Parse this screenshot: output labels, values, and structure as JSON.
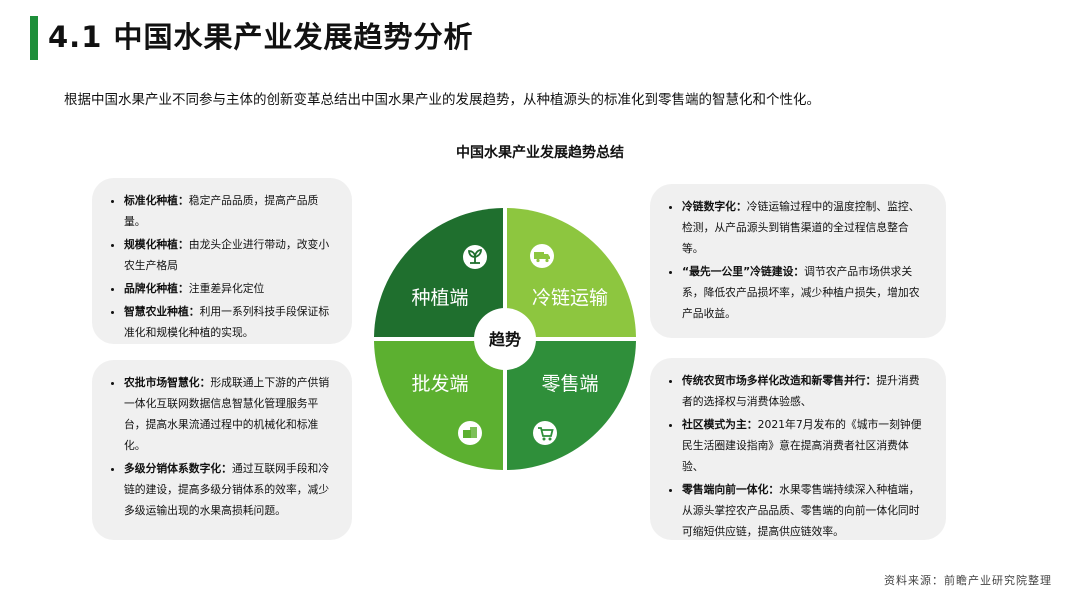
{
  "header": {
    "title": "4.1  中国水果产业发展趋势分析",
    "subtitle": "根据中国水果产业不同参与主体的创新变革总结出中国水果产业的发展趋势，从种植源头的标准化到零售端的智慧化和个性化。"
  },
  "diagram": {
    "title": "中国水果产业发展趋势总结",
    "center_label": "趋势",
    "quadrants": [
      {
        "label": "种植端",
        "color": "#1f6f2e",
        "icon": "seedling-icon"
      },
      {
        "label": "冷链运输",
        "color": "#8dc63f",
        "icon": "truck-icon"
      },
      {
        "label": "批发端",
        "color": "#5cb030",
        "icon": "boxes-icon"
      },
      {
        "label": "零售端",
        "color": "#2f8f3a",
        "icon": "cart-icon"
      }
    ]
  },
  "panels": {
    "planting": [
      {
        "title": "标准化种植：",
        "text": "稳定产品品质，提高产品质量。"
      },
      {
        "title": "规模化种植：",
        "text": "由龙头企业进行带动，改变小农生产格局"
      },
      {
        "title": "品牌化种植：",
        "text": "注重差异化定位"
      },
      {
        "title": "智慧农业种植：",
        "text": "利用一系列科技手段保证标准化和规模化种植的实现。"
      }
    ],
    "wholesale": [
      {
        "title": "农批市场智慧化：",
        "text": "形成联通上下游的产供销一体化互联网数据信息智慧化管理服务平台，提高水果流通过程中的机械化和标准化。"
      },
      {
        "title": "多级分销体系数字化：",
        "text": "通过互联网手段和冷链的建设，提高多级分销体系的效率，减少多级运输出现的水果高损耗问题。"
      }
    ],
    "coldchain": [
      {
        "title": "冷链数字化：",
        "text": "冷链运输过程中的温度控制、监控、检测，从产品源头到销售渠道的全过程信息整合等。"
      },
      {
        "title": "“最先一公里”冷链建设：",
        "text": "调节农产品市场供求关系，降低农产品损坏率，减少种植户损失，增加农产品收益。"
      }
    ],
    "retail": [
      {
        "title": "传统农贸市场多样化改造和新零售并行：",
        "text": "提升消费者的选择权与消费体验感、"
      },
      {
        "title": "社区模式为主：",
        "text": "2021年7月发布的《城市一刻钟便民生活圈建设指南》意在提高消费者社区消费体验、"
      },
      {
        "title": "零售端向前一体化：",
        "text": "水果零售端持续深入种植端，从源头掌控农产品品质、零售端的向前一体化同时可缩短供应链，提高供应链效率。"
      }
    ]
  },
  "footer": {
    "source": "资料来源：前瞻产业研究院整理"
  }
}
